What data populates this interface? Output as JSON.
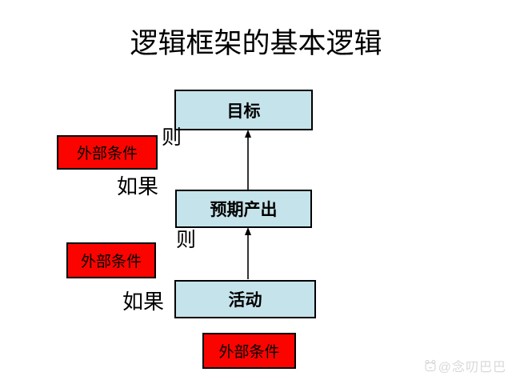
{
  "title": "逻辑框架的基本逻辑",
  "diagram": {
    "nodes": [
      {
        "id": "goal",
        "label": "目标"
      },
      {
        "id": "output",
        "label": "预期产出"
      },
      {
        "id": "activity",
        "label": "活动"
      }
    ],
    "conditions": [
      {
        "label": "外部条件"
      },
      {
        "label": "外部条件"
      },
      {
        "label": "外部条件"
      }
    ],
    "edge_labels": {
      "then": "则",
      "if": "如果"
    },
    "arrows": [
      {
        "from": "output",
        "to": "goal"
      },
      {
        "from": "activity",
        "to": "output"
      }
    ]
  },
  "colors": {
    "node_fill": "#c5e3ea",
    "node_border": "#000000",
    "condition_fill": "#fb0400",
    "condition_border": "#000000",
    "arrow": "#000000",
    "watermark": "#d8d8d8",
    "background": "#ffffff"
  },
  "watermark": {
    "text": "@念叨巴巴"
  }
}
